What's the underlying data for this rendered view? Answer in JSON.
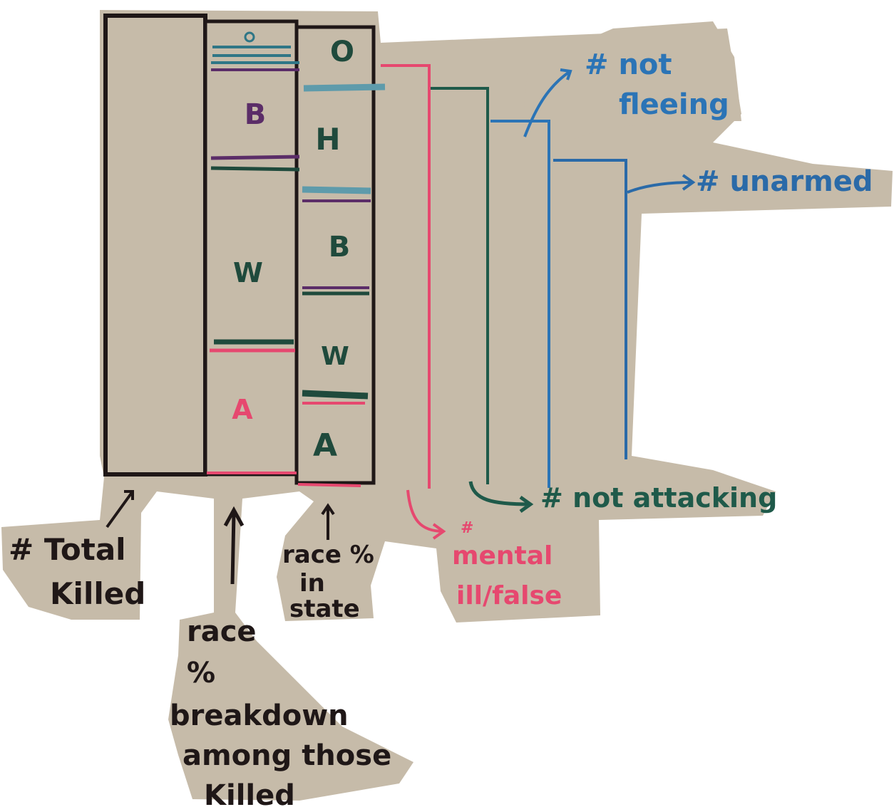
{
  "colors": {
    "paper": "#c6bba9",
    "black": "#1f1717",
    "purple": "#5b2d68",
    "green": "#1f4a3c",
    "teal": "#2f7686",
    "teal_light": "#5e9bab",
    "pink": "#e6486f",
    "dark_teal": "#1f5a4a",
    "blue": "#2b74b6",
    "blue2": "#2a6aa8"
  },
  "columns": {
    "race_killed_segments": [
      "B",
      "W",
      "A"
    ],
    "race_state_segments": [
      "O",
      "H",
      "B",
      "W",
      "A"
    ]
  },
  "labels": {
    "total_killed": [
      "# Total",
      "Killed"
    ],
    "race_breakdown": [
      "race",
      "%",
      "breakdown",
      "among those",
      "Killed"
    ],
    "race_in_state": [
      "race %",
      "in",
      "state"
    ],
    "mental_illness": [
      "#",
      "mental",
      "ill/false"
    ],
    "not_attacking": "# not attacking",
    "not_fleeing": [
      "# not",
      "fleeing"
    ],
    "unarmed": "# unarmed"
  }
}
